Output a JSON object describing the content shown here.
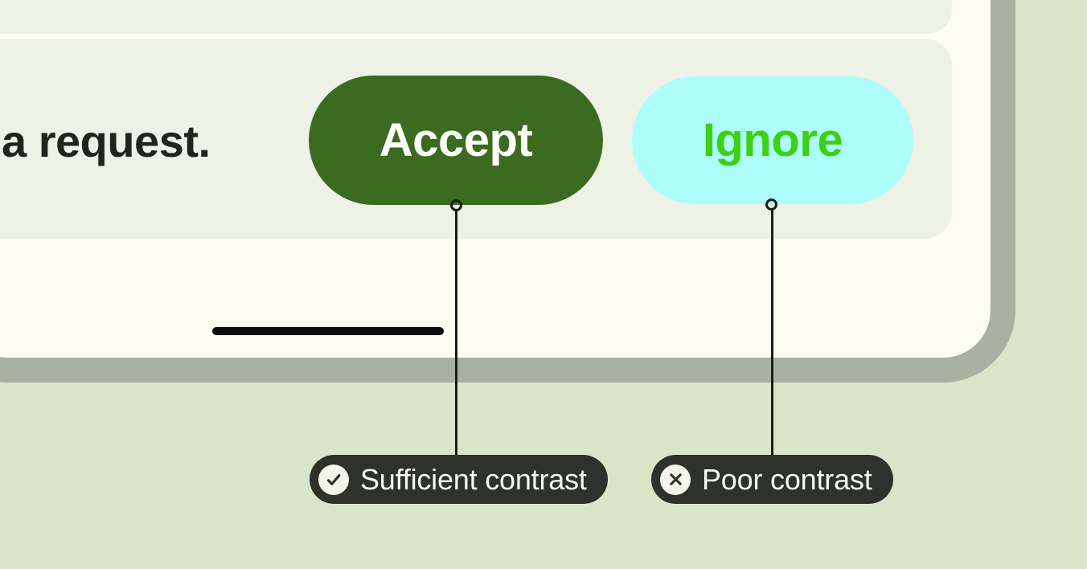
{
  "colors": {
    "page_bg": "#d8e5c7",
    "device_frame": "#a9b1a0",
    "screen_bg": "#fdfcf1",
    "panel_bg": "#eef1e5",
    "accept_bg": "#3a6b20",
    "accept_fg": "#fdfdf8",
    "ignore_bg": "#adfdfb",
    "ignore_fg": "#3dd013",
    "callout_bg": "#2d322b",
    "callout_fg": "#f8f7ee",
    "callout_icon_bg": "#f5f4eb",
    "connector": "#1a1d18",
    "message_fg": "#20241e",
    "divider_bar": "#0b0d09"
  },
  "message": {
    "text": "a request."
  },
  "buttons": {
    "accept": {
      "label": "Accept"
    },
    "ignore": {
      "label": "Ignore"
    }
  },
  "annotations": {
    "sufficient": {
      "label": "Sufficient contrast",
      "icon": "check-icon"
    },
    "poor": {
      "label": "Poor contrast",
      "icon": "x-icon"
    }
  }
}
